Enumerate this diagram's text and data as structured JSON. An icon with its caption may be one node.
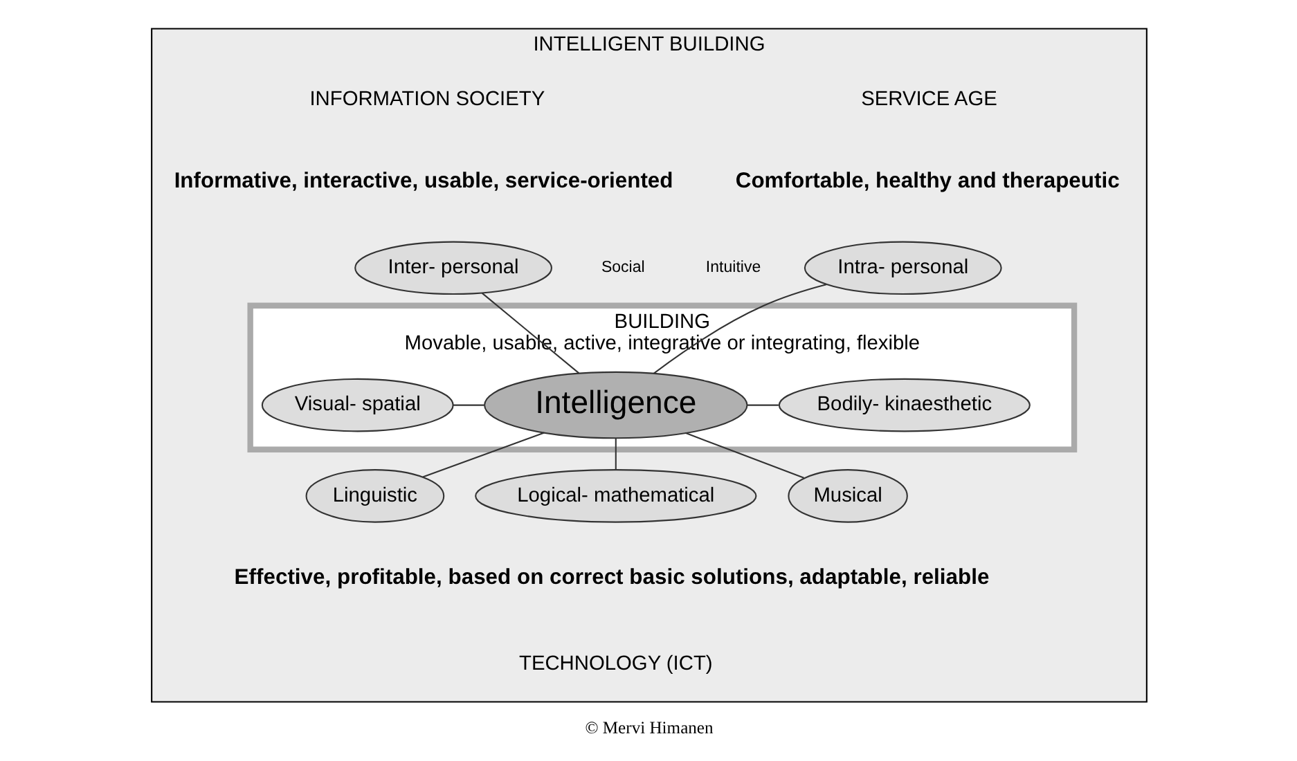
{
  "diagram": {
    "caption": "© Mervi Himanen",
    "nodes": [
      {
        "text": [
          "INTELLIGENT BUILDING"
        ]
      },
      {
        "text": [
          "Inter- personal"
        ],
        "in": 0
      },
      {
        "text": [
          "Intra- personal"
        ],
        "in": 0
      },
      {
        "text": [
          "BUILDING",
          "Movable, usable, active, integrative or integrating, flexible"
        ],
        "in": 0
      },
      {
        "text": [
          "Visual- spatial"
        ],
        "in": 3
      },
      {
        "text": [
          "Intelligence"
        ],
        "in": 3
      },
      {
        "text": [
          "Bodily- kinaesthetic"
        ],
        "in": 3
      },
      {
        "text": [
          "Linguistic"
        ],
        "in": 0
      },
      {
        "text": [
          "Logical- mathematical"
        ],
        "in": 0
      },
      {
        "text": [
          "Musical"
        ],
        "in": 0
      }
    ],
    "edges": [
      {
        "from": 1,
        "to": 5,
        "arrow": "none"
      },
      {
        "from": 2,
        "to": 5,
        "arrow": "none"
      },
      {
        "from": 4,
        "to": 5,
        "arrow": "none"
      },
      {
        "from": 5,
        "to": 6,
        "arrow": "none"
      },
      {
        "from": 5,
        "to": 7,
        "arrow": "none"
      },
      {
        "from": 5,
        "to": 8,
        "arrow": "none"
      },
      {
        "from": 5,
        "to": 9,
        "arrow": "none"
      }
    ],
    "labels": [
      "INFORMATION SOCIETY",
      "SERVICE AGE",
      "Informative, interactive, usable, service-oriented",
      "Comfortable, healthy and therapeutic",
      "Social",
      "Intuitive",
      "Effective, profitable, based on correct basic solutions, adaptable, reliable",
      "TECHNOLOGY (ICT)"
    ]
  }
}
